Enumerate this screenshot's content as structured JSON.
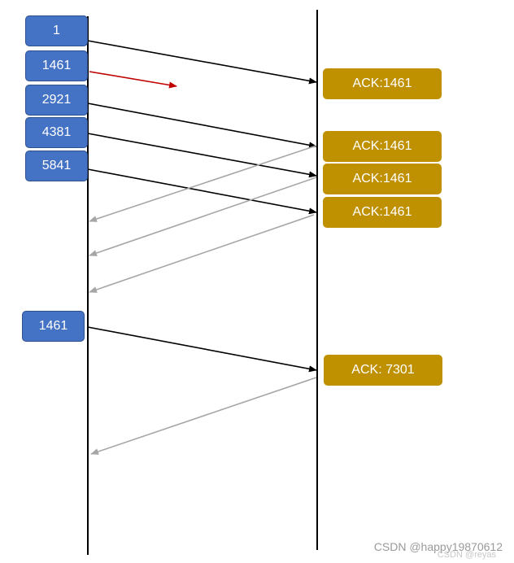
{
  "sender_packets": [
    {
      "label": "1"
    },
    {
      "label": "1461"
    },
    {
      "label": "2921"
    },
    {
      "label": "4381"
    },
    {
      "label": "5841"
    },
    {
      "label": "1461"
    }
  ],
  "acks": [
    {
      "label": "ACK:1461"
    },
    {
      "label": "ACK:1461"
    },
    {
      "label": "ACK:1461"
    },
    {
      "label": "ACK:1461"
    },
    {
      "label": "ACK: 7301"
    }
  ],
  "colors": {
    "packet": "#4472c4",
    "ack": "#bf9000",
    "data_arrow": "#000000",
    "lost_arrow": "#c00000",
    "ack_arrow": "#a6a6a6"
  },
  "watermark": {
    "text": "CSDN @happy19870612",
    "small_text": "CSDN @reyas"
  }
}
